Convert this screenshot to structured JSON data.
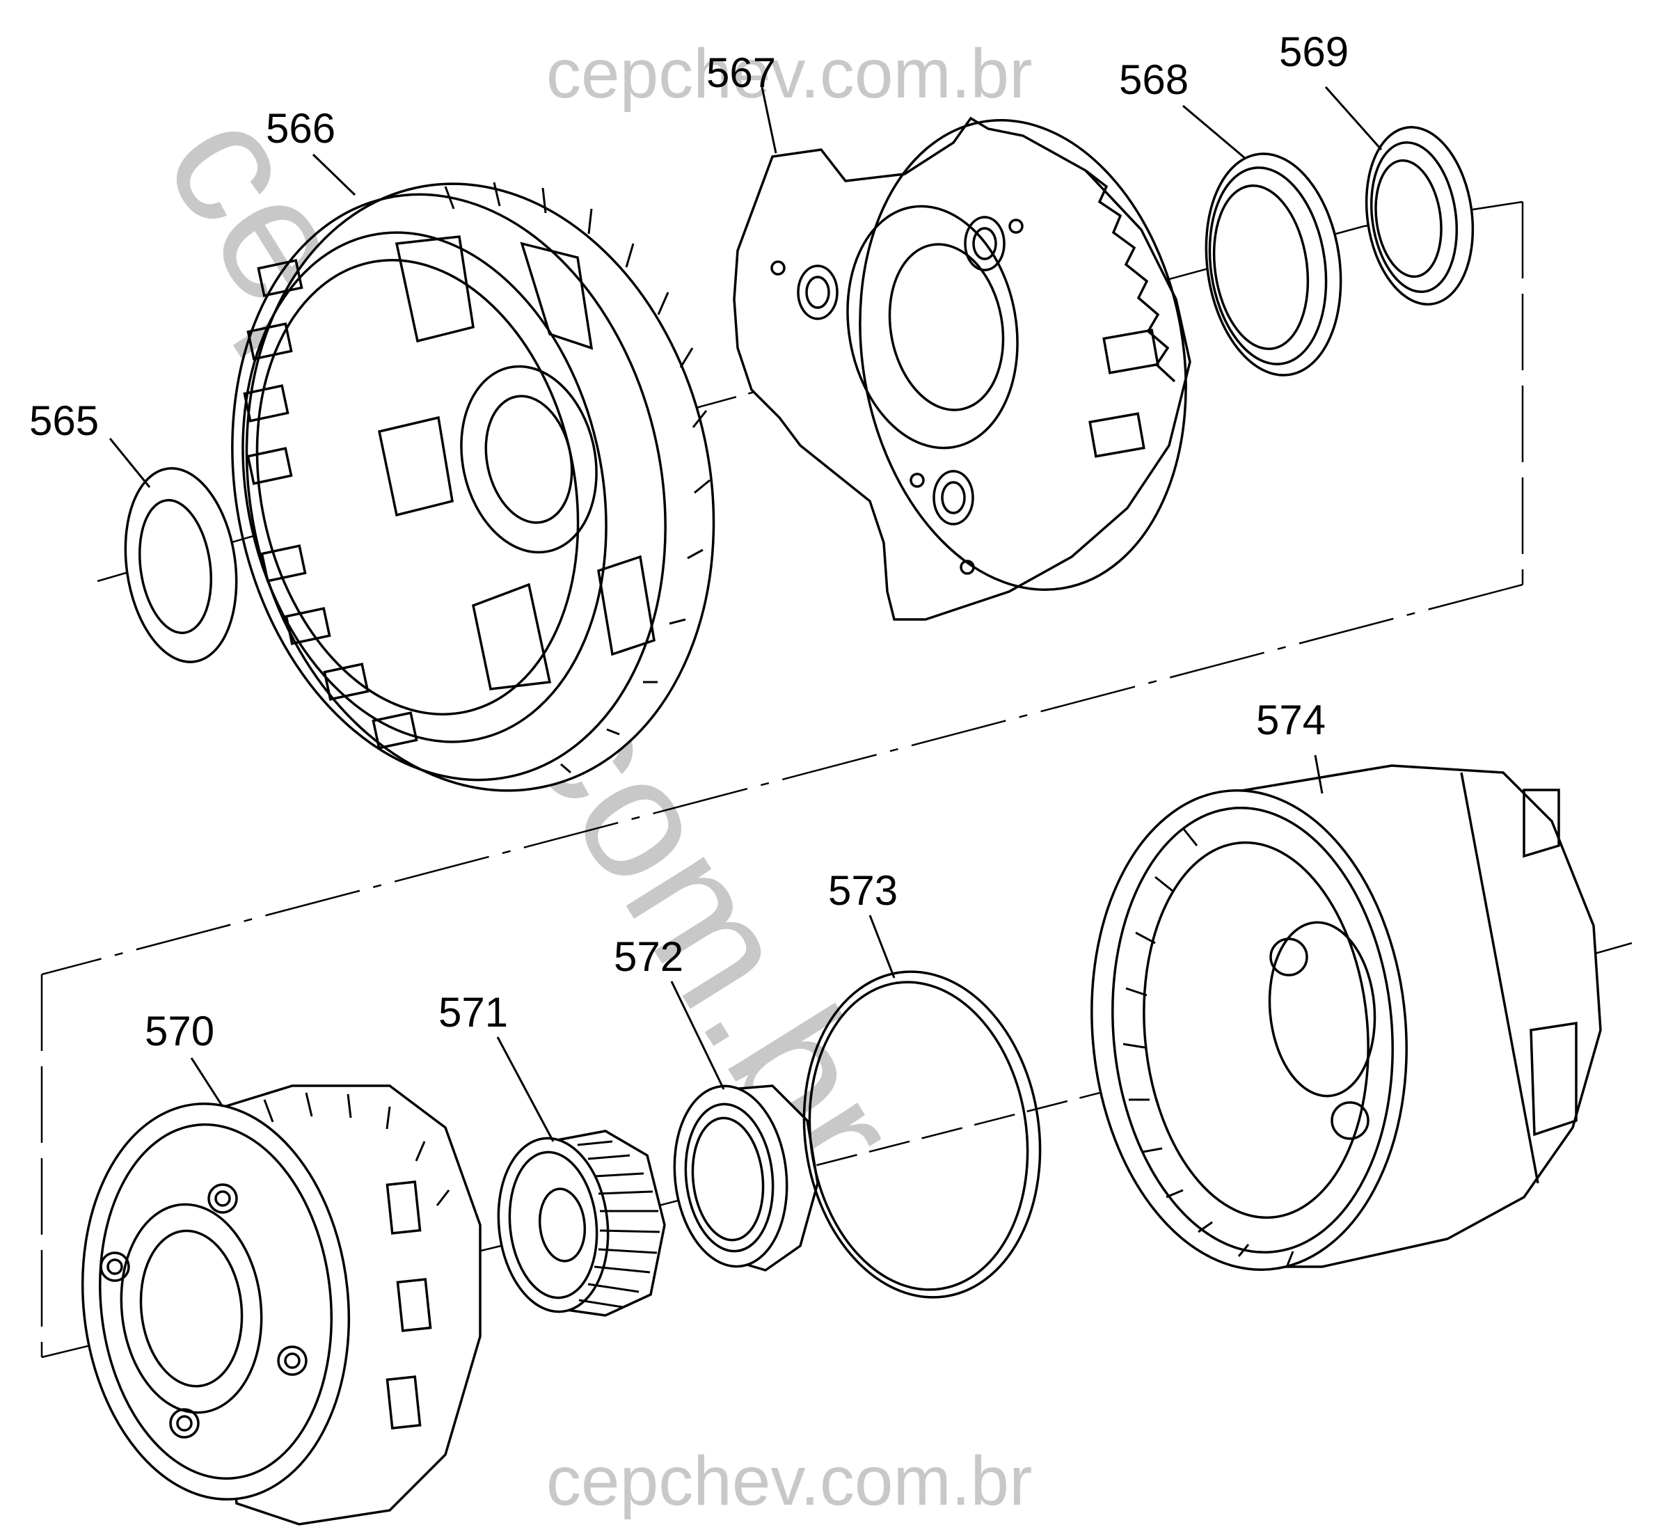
{
  "watermark": {
    "top": "cepchev.com.br",
    "bottom": "cepchev.com.br",
    "diagonal": "cepchev.com.br",
    "color": "#c8c8c8"
  },
  "parts": [
    {
      "id": "565",
      "label": "565"
    },
    {
      "id": "566",
      "label": "566"
    },
    {
      "id": "567",
      "label": "567"
    },
    {
      "id": "568",
      "label": "568"
    },
    {
      "id": "569",
      "label": "569"
    },
    {
      "id": "570",
      "label": "570"
    },
    {
      "id": "571",
      "label": "571"
    },
    {
      "id": "572",
      "label": "572"
    },
    {
      "id": "573",
      "label": "573"
    },
    {
      "id": "574",
      "label": "574"
    }
  ]
}
